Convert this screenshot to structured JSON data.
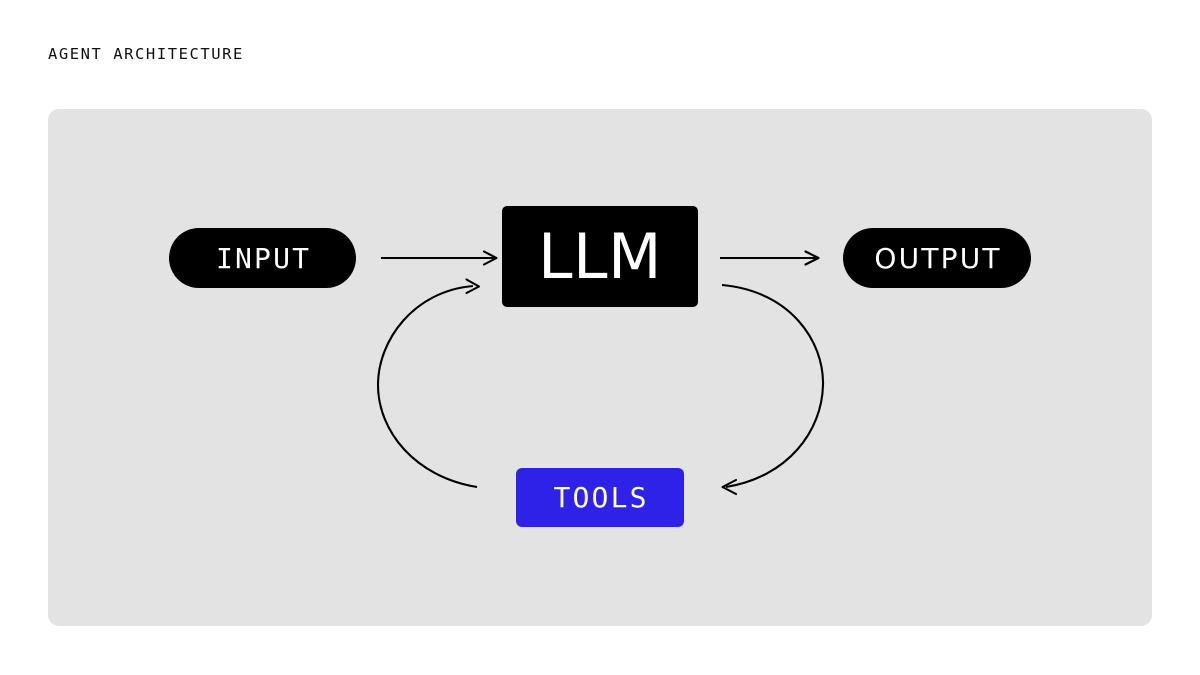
{
  "page": {
    "title": "AGENT ARCHITECTURE",
    "background_color": "#FFFFFF"
  },
  "panel": {
    "background_color": "#E3E3E3"
  },
  "diagram": {
    "type": "flow-diagram",
    "nodes": [
      {
        "id": "input",
        "label": "INPUT",
        "shape": "pill",
        "fill": "#000000",
        "text_color": "#FFFFFF"
      },
      {
        "id": "llm",
        "label": "LLM",
        "shape": "rectangle",
        "fill": "#000000",
        "text_color": "#FFFFFF"
      },
      {
        "id": "output",
        "label": "OUTPUT",
        "shape": "pill",
        "fill": "#000000",
        "text_color": "#FFFFFF"
      },
      {
        "id": "tools",
        "label": "TOOLS",
        "shape": "rectangle",
        "fill": "#2F22E8",
        "text_color": "#FFFFFF"
      }
    ],
    "edges": [
      {
        "id": "input-to-llm",
        "from": "input",
        "to": "llm",
        "style": "straight",
        "arrow": "end",
        "color": "#000000"
      },
      {
        "id": "llm-to-output",
        "from": "llm",
        "to": "output",
        "style": "straight",
        "arrow": "end",
        "color": "#000000"
      },
      {
        "id": "llm-to-tools",
        "from": "llm",
        "to": "tools",
        "style": "curve-right",
        "arrow": "end",
        "color": "#000000"
      },
      {
        "id": "tools-to-llm",
        "from": "tools",
        "to": "llm",
        "style": "curve-left",
        "arrow": "end",
        "color": "#000000"
      }
    ]
  }
}
